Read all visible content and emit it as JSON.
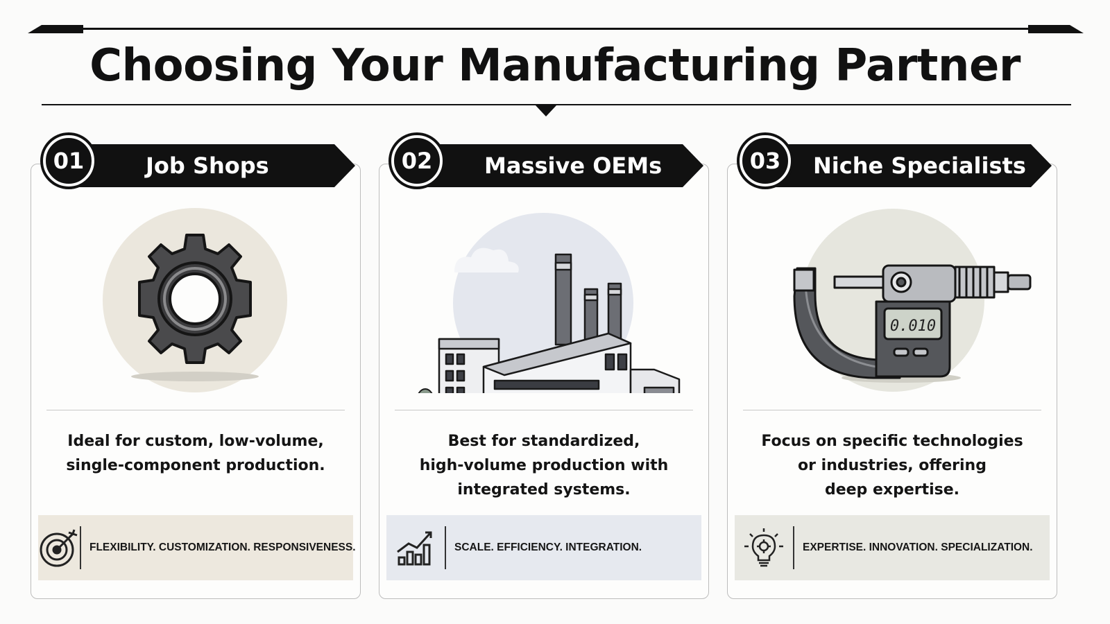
{
  "title": "Choosing Your Manufacturing Partner",
  "colors": {
    "ink": "#111111",
    "strip_beige": "#ede8de",
    "strip_blue": "#e6e9ef",
    "strip_gray": "#e8e8e2",
    "circle_beige": "#ebe7dd",
    "circle_blue": "#e4e7ee",
    "circle_gray": "#e6e6de"
  },
  "cards": [
    {
      "number": "01",
      "label": "Job Shops",
      "illustration": "gear-icon",
      "description": [
        "Ideal for custom, low-volume,",
        "single-component production."
      ],
      "strip_icon": "target-icon",
      "tagline": "FLEXIBILITY. CUSTOMIZATION. RESPONSIVENESS."
    },
    {
      "number": "02",
      "label": "Massive OEMs",
      "illustration": "factory-icon",
      "description": [
        "Best for standardized,",
        "high-volume production with",
        "integrated systems."
      ],
      "strip_icon": "growth-chart-icon",
      "tagline": "SCALE. EFFICIENCY. INTEGRATION."
    },
    {
      "number": "03",
      "label": "Niche Specialists",
      "illustration": "micrometer-icon",
      "micrometer_reading": "0.010",
      "description": [
        "Focus on specific technologies",
        "or industries, offering",
        "deep expertise."
      ],
      "strip_icon": "lightbulb-gear-icon",
      "tagline": "EXPERTISE. INNOVATION. SPECIALIZATION."
    }
  ]
}
